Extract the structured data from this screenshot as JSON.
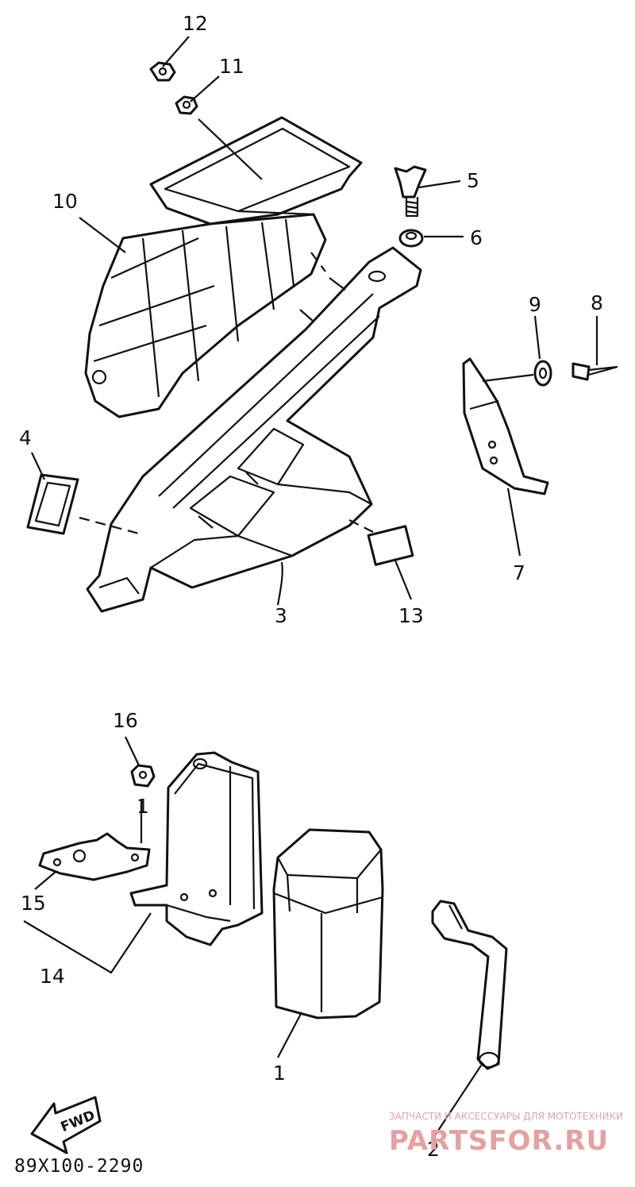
{
  "callouts": {
    "c1a": "1",
    "c1b": "1",
    "c2": "2",
    "c3": "3",
    "c4": "4",
    "c5": "5",
    "c6": "6",
    "c7": "7",
    "c8": "8",
    "c9": "9",
    "c10": "10",
    "c11": "11",
    "c12": "12",
    "c13": "13",
    "c14": "14",
    "c15": "15",
    "c16": "16"
  },
  "forward_arrow": {
    "label": "FWD"
  },
  "diagram_code": "89X100-2290",
  "watermark": {
    "tagline": "ЗАПЧАСТИ И АКСЕССУАРЫ ДЛЯ МОТОТЕХНИКИ",
    "brand": "PARTSFOR.RU",
    "color": "#e6a0a0"
  }
}
